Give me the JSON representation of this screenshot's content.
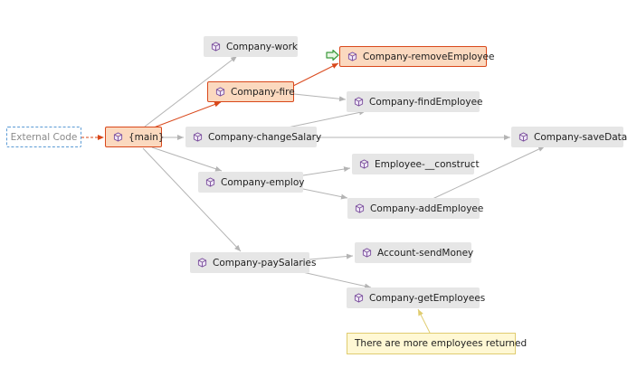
{
  "nodes": {
    "external": "External Code",
    "main": "{main}",
    "work": "Company-work",
    "fire": "Company-fire",
    "removeEmployee": "Company-removeEmployee",
    "findEmployee": "Company-findEmployee",
    "changeSalary": "Company-changeSalary",
    "saveData": "Company-saveData",
    "construct": "Employee-__construct",
    "employ": "Company-employ",
    "addEmployee": "Company-addEmployee",
    "sendMoney": "Account-sendMoney",
    "paySalaries": "Company-paySalaries",
    "getEmployees": "Company-getEmployees"
  },
  "note": "There are more employees returned",
  "colors": {
    "hot_path": "#d9481b",
    "hot_fill": "#fbd9bf",
    "node_fill": "#e6e6e6",
    "edge": "#b4b4b4",
    "external_border": "#5b9bd5",
    "note_fill": "#fff8d4",
    "note_border": "#e0cc70",
    "method_icon": "#7b4f9d",
    "marker": "#3c9a3c"
  },
  "icons": {
    "method": "method-cube-icon",
    "hot_path_marker": "hot-path-arrow-icon"
  }
}
